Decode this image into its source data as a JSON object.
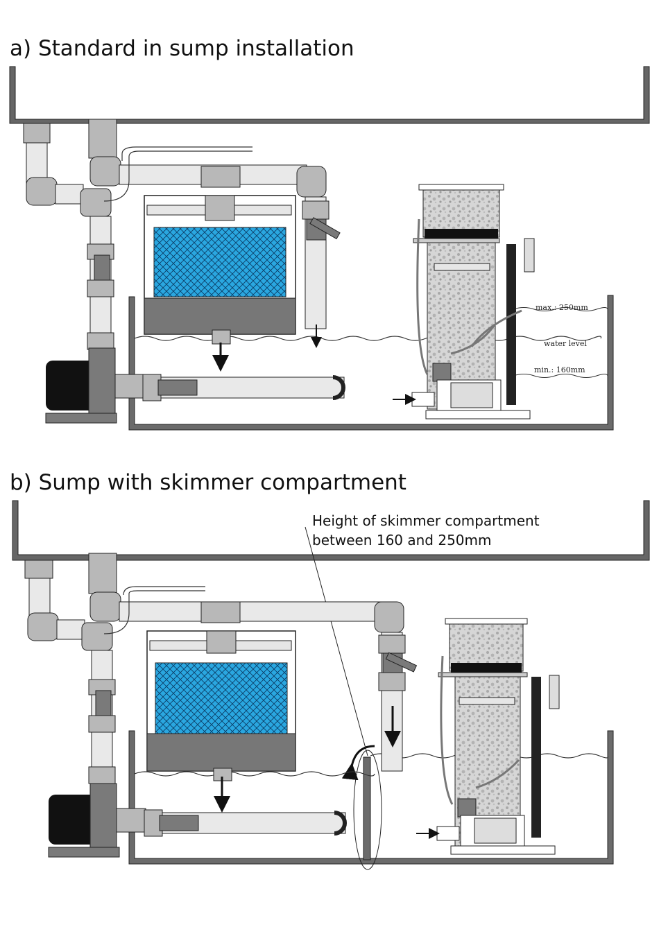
{
  "section_a": {
    "title": "a) Standard in sump installation",
    "labels": {
      "max": "max.: 250mm",
      "water_level": "water level",
      "min": "min.: 160mm"
    }
  },
  "section_b": {
    "title": "b) Sump with skimmer compartment",
    "note_line1": "Height of skimmer compartment",
    "note_line2": "between 160 and 250mm"
  },
  "colors": {
    "pipe": "#e9e9e9",
    "fitting": "#b8b8b8",
    "valve": "#7a7a7a",
    "pump_body": "#111111",
    "filter_media": "#2aa7e0",
    "sump_wall": "#6b6b6b",
    "foam": "#c8c8c8"
  }
}
